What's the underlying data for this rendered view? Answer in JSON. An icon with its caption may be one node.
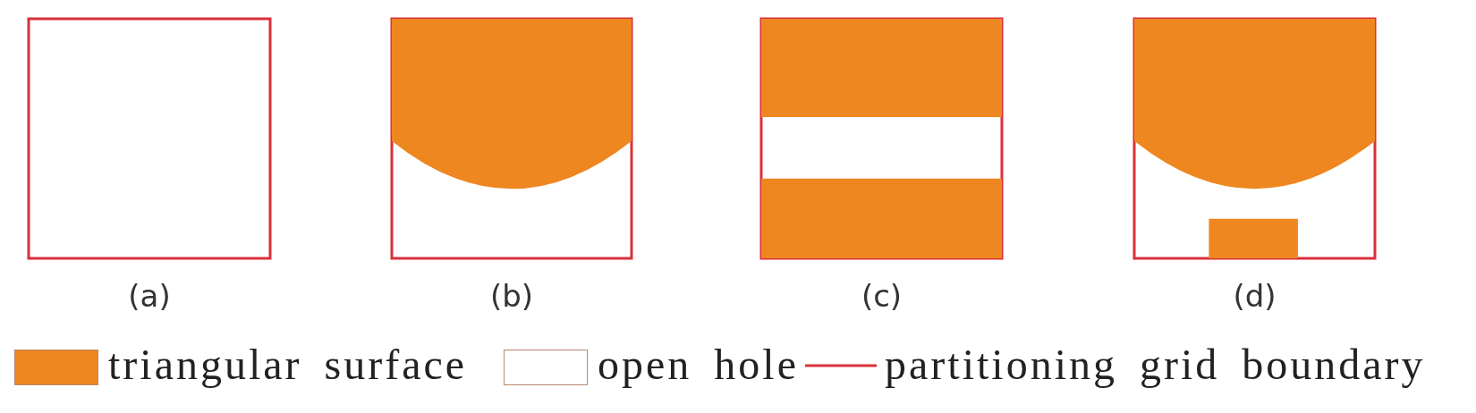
{
  "diagram": {
    "nodes": [
      {
        "text": [],
        "shape": "box",
        "beside": [
          "(a)"
        ]
      },
      {
        "text": [],
        "shape": "box",
        "beside": [
          "(b)"
        ]
      },
      {
        "text": [],
        "shape": "box",
        "beside": [
          "(c)"
        ]
      },
      {
        "text": [],
        "shape": "box",
        "beside": [
          "(d)"
        ]
      }
    ],
    "edges": [],
    "legend": [
      {
        "text": "triangular surface",
        "color": "#ee8720"
      },
      {
        "text": "open hole",
        "color": "#ffffff"
      },
      {
        "text": "partitioning grid boundary"
      }
    ]
  }
}
